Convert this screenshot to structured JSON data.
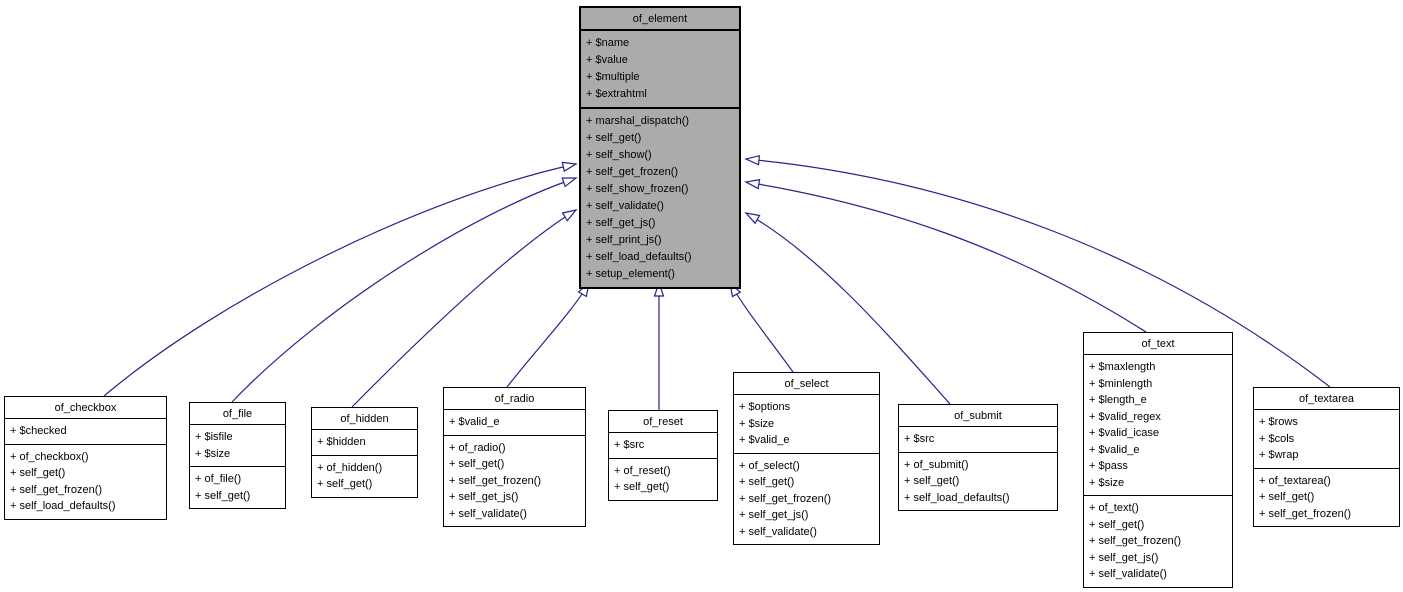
{
  "diagram": {
    "type": "uml-class-inheritance",
    "colors": {
      "edge": "#24248f",
      "node_border": "#000000",
      "node_fill": "#ffffff",
      "highlight_fill": "#ababab",
      "text": "#000000",
      "background": "#ffffff"
    }
  },
  "classes": {
    "of_element": {
      "name": "of_element",
      "attributes": [
        "+ $name",
        "+ $value",
        "+ $multiple",
        "+ $extrahtml"
      ],
      "methods": [
        "+ marshal_dispatch()",
        "+ self_get()",
        "+ self_show()",
        "+ self_get_frozen()",
        "+ self_show_frozen()",
        "+ self_validate()",
        "+ self_get_js()",
        "+ self_print_js()",
        "+ self_load_defaults()",
        "+ setup_element()"
      ]
    },
    "of_checkbox": {
      "name": "of_checkbox",
      "attributes": [
        "+ $checked"
      ],
      "methods": [
        "+ of_checkbox()",
        "+ self_get()",
        "+ self_get_frozen()",
        "+ self_load_defaults()"
      ]
    },
    "of_file": {
      "name": "of_file",
      "attributes": [
        "+ $isfile",
        "+ $size"
      ],
      "methods": [
        "+ of_file()",
        "+ self_get()"
      ]
    },
    "of_hidden": {
      "name": "of_hidden",
      "attributes": [
        "+ $hidden"
      ],
      "methods": [
        "+ of_hidden()",
        "+ self_get()"
      ]
    },
    "of_radio": {
      "name": "of_radio",
      "attributes": [
        "+ $valid_e"
      ],
      "methods": [
        "+ of_radio()",
        "+ self_get()",
        "+ self_get_frozen()",
        "+ self_get_js()",
        "+ self_validate()"
      ]
    },
    "of_reset": {
      "name": "of_reset",
      "attributes": [
        "+ $src"
      ],
      "methods": [
        "+ of_reset()",
        "+ self_get()"
      ]
    },
    "of_select": {
      "name": "of_select",
      "attributes": [
        "+ $options",
        "+ $size",
        "+ $valid_e"
      ],
      "methods": [
        "+ of_select()",
        "+ self_get()",
        "+ self_get_frozen()",
        "+ self_get_js()",
        "+ self_validate()"
      ]
    },
    "of_submit": {
      "name": "of_submit",
      "attributes": [
        "+ $src"
      ],
      "methods": [
        "+ of_submit()",
        "+ self_get()",
        "+ self_load_defaults()"
      ]
    },
    "of_text": {
      "name": "of_text",
      "attributes": [
        "+ $maxlength",
        "+ $minlength",
        "+ $length_e",
        "+ $valid_regex",
        "+ $valid_icase",
        "+ $valid_e",
        "+ $pass",
        "+ $size"
      ],
      "methods": [
        "+ of_text()",
        "+ self_get()",
        "+ self_get_frozen()",
        "+ self_get_js()",
        "+ self_validate()"
      ]
    },
    "of_textarea": {
      "name": "of_textarea",
      "attributes": [
        "+ $rows",
        "+ $cols",
        "+ $wrap"
      ],
      "methods": [
        "+ of_textarea()",
        "+ self_get()",
        "+ self_get_frozen()"
      ]
    }
  },
  "edges": [
    {
      "from": "of_checkbox",
      "to": "of_element",
      "type": "public-inheritance"
    },
    {
      "from": "of_file",
      "to": "of_element",
      "type": "public-inheritance"
    },
    {
      "from": "of_hidden",
      "to": "of_element",
      "type": "public-inheritance"
    },
    {
      "from": "of_radio",
      "to": "of_element",
      "type": "public-inheritance"
    },
    {
      "from": "of_reset",
      "to": "of_element",
      "type": "public-inheritance"
    },
    {
      "from": "of_select",
      "to": "of_element",
      "type": "public-inheritance"
    },
    {
      "from": "of_submit",
      "to": "of_element",
      "type": "public-inheritance"
    },
    {
      "from": "of_text",
      "to": "of_element",
      "type": "public-inheritance"
    },
    {
      "from": "of_textarea",
      "to": "of_element",
      "type": "public-inheritance"
    }
  ]
}
